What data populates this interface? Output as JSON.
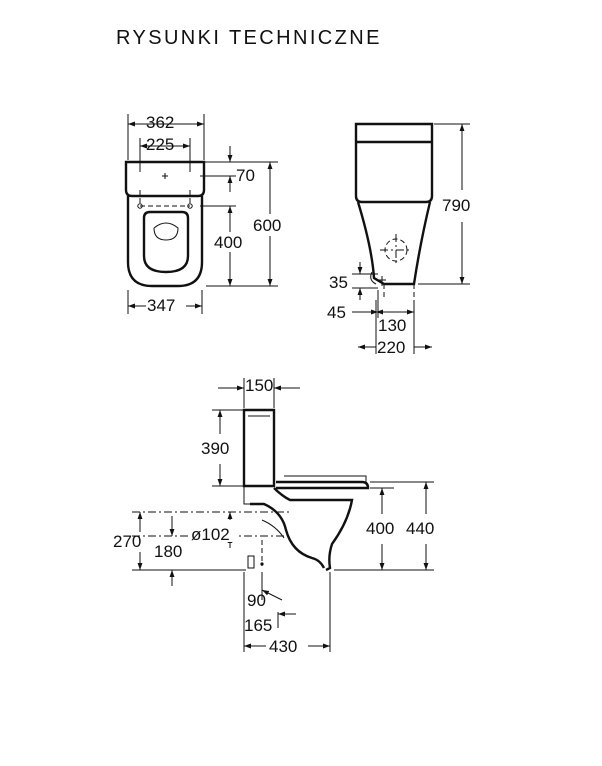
{
  "title": "RYSUNKI TECHNICZNE",
  "views": {
    "top": {
      "dims": {
        "width_total": "362",
        "width_inner": "225",
        "tank_offset": "70",
        "length_bowl": "400",
        "length_total": "600",
        "seat_width": "347"
      }
    },
    "front": {
      "dims": {
        "height_total": "790",
        "inlet_height": "35",
        "inlet_offset": "45",
        "outlet_spacing": "130",
        "base_width": "220"
      }
    },
    "side": {
      "dims": {
        "tank_depth": "150",
        "tank_height": "390",
        "outlet_height": "270",
        "outlet_center": "180",
        "outlet_diameter": "ø102",
        "seat_height": "400",
        "rim_height": "440",
        "outlet_from_wall": "90",
        "fixing_from_wall": "165",
        "total_depth": "430"
      }
    }
  }
}
